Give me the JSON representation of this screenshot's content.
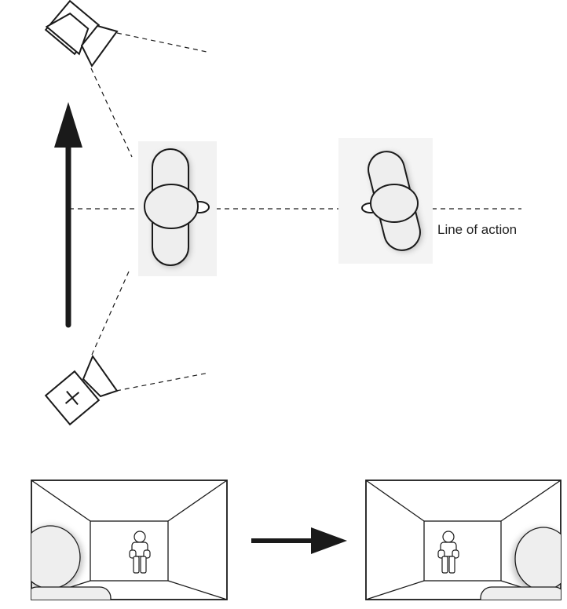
{
  "diagram": {
    "line_label": "Line of action",
    "colors": {
      "ink": "#1a1a1a",
      "fill_light": "#eeeeee",
      "fill_white": "#ffffff",
      "shadow": "#bbbbbb"
    },
    "elements": {
      "camera_top": "camera-icon",
      "camera_bottom": "camera-icon",
      "subject_left": "person-top-view",
      "subject_right": "person-top-view",
      "direction_arrow": "arrow-up-icon",
      "transition_arrow": "arrow-right-icon",
      "frame_left": "shot-frame",
      "frame_right": "shot-frame"
    }
  }
}
